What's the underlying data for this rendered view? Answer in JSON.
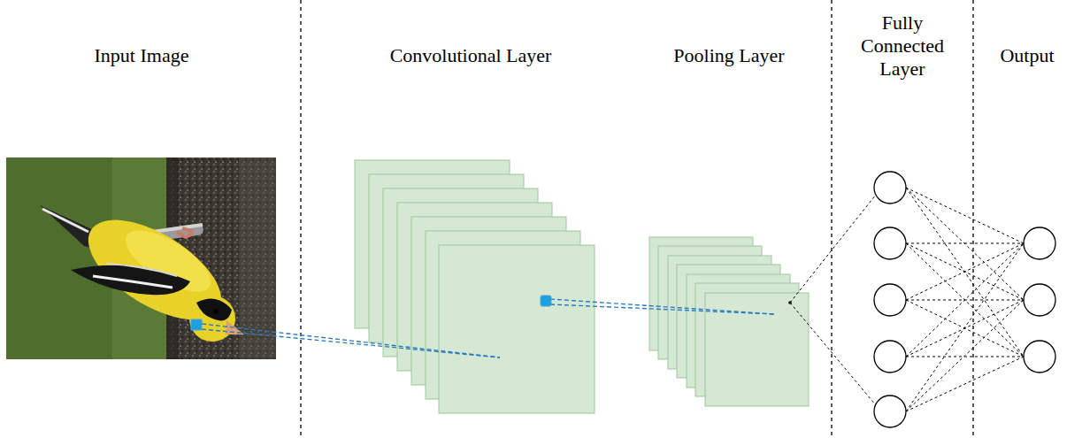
{
  "diagram": {
    "labels": [
      "Input Image",
      "Convolutional Layer",
      "Pooling Layer",
      "Fully Connected Layer",
      "Output"
    ]
  }
}
